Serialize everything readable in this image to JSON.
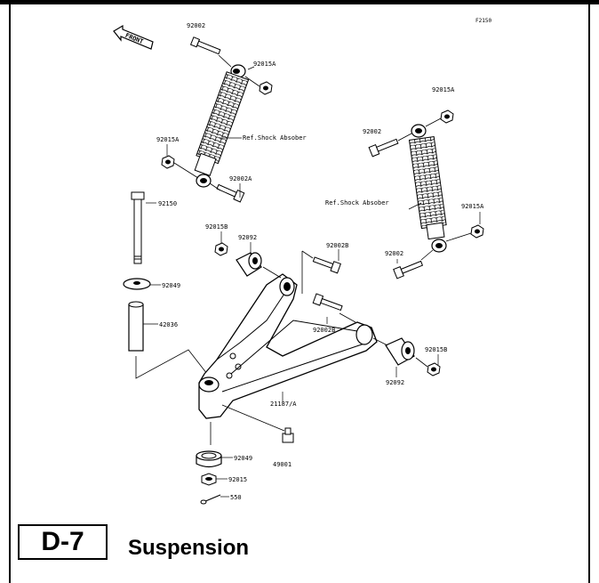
{
  "page": {
    "figure_code": "F2150",
    "section_code": "D-7",
    "section_title": "Suspension",
    "front_marker": "FRONT"
  },
  "parts": {
    "p92002_top": "92002",
    "p92015A_top": "92015A",
    "p92015A_left": "92015A",
    "ref_shock_left": "Ref.Shock Absober",
    "p92002A": "92002A",
    "p92015A_right_top": "92015A",
    "p92002_right": "92002",
    "ref_shock_right": "Ref.Shock Absober",
    "p92015A_right_low": "92015A",
    "p92002_right_low": "92002",
    "p92150": "92150",
    "p92015B_left": "92015B",
    "p92092_left": "92092",
    "p92002B_top": "92002B",
    "p92049_top": "92049",
    "p42036": "42036",
    "p92002B_mid": "92002B",
    "p92015B_right": "92015B",
    "p92092_right": "92092",
    "p21187A": "21187/A",
    "p92049_bottom": "92049",
    "p49001": "49001",
    "p92015": "92015",
    "p550": "550"
  }
}
